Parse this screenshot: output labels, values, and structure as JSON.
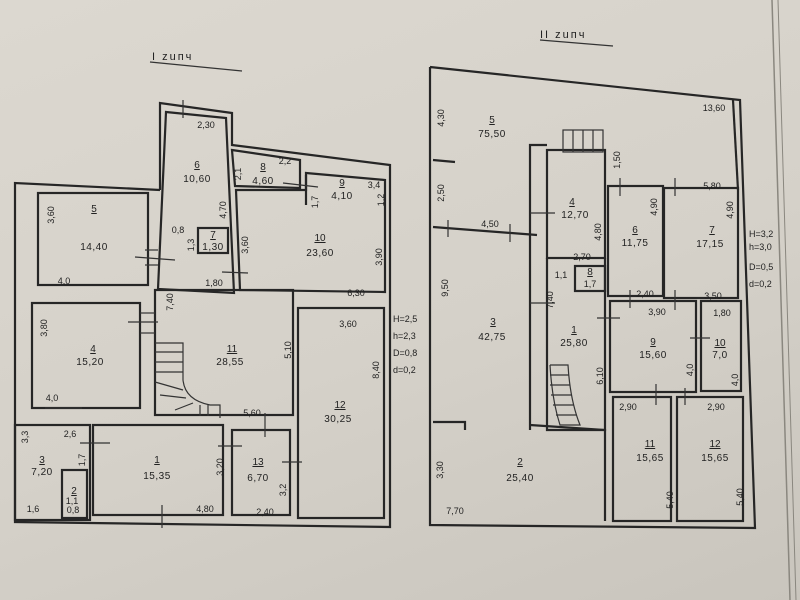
{
  "floor1": {
    "title": "I zuпч",
    "rooms": [
      {
        "no": "5",
        "area": "14,40",
        "dims": [
          "3,60",
          "4,0"
        ]
      },
      {
        "no": "6",
        "area": "10,60",
        "dims": [
          "2,30"
        ]
      },
      {
        "no": "7",
        "area": "1,30",
        "dims": [
          "0,8",
          "1,3"
        ]
      },
      {
        "no": "8",
        "area": "4,60",
        "dims": [
          "2,2",
          "2,1"
        ]
      },
      {
        "no": "9",
        "area": "4,10",
        "dims": [
          "3,4",
          "1,2",
          "1,7"
        ]
      },
      {
        "no": "10",
        "area": "23,60",
        "dims": [
          "3,60",
          "3,90",
          "6,30",
          "4,70",
          "1,80"
        ]
      },
      {
        "no": "4",
        "area": "15,20",
        "dims": [
          "3,80",
          "4,0"
        ]
      },
      {
        "no": "11",
        "area": "28,55",
        "dims": [
          "7,40",
          "5,10",
          "5,60"
        ]
      },
      {
        "no": "12",
        "area": "30,25",
        "dims": [
          "3,60",
          "8,40"
        ]
      },
      {
        "no": "3",
        "area": "7,20",
        "dims": [
          "3,3",
          "2,6",
          "1,7",
          "1,6"
        ]
      },
      {
        "no": "2",
        "area": "1,1",
        "dims": [
          "0,8"
        ]
      },
      {
        "no": "1",
        "area": "15,35",
        "dims": [
          "3,20",
          "4,80"
        ]
      },
      {
        "no": "13",
        "area": "6,70",
        "dims": [
          "3,2",
          "2,40"
        ]
      }
    ],
    "notes": [
      "H=2,5",
      "h=2,3",
      "D=0,8",
      "d=0,2"
    ]
  },
  "floor2": {
    "title": "II zuпч",
    "rooms": [
      {
        "no": "5",
        "area": "75,50",
        "dims": [
          "4,30",
          "13,60",
          "2,50",
          "4,50",
          "1,50"
        ]
      },
      {
        "no": "4",
        "area": "12,70",
        "dims": [
          "4,80"
        ]
      },
      {
        "no": "6",
        "area": "11,75",
        "dims": [
          "4,90"
        ]
      },
      {
        "no": "7",
        "area": "17,15",
        "dims": [
          "4,90",
          "5,80"
        ]
      },
      {
        "no": "3",
        "area": "42,75",
        "dims": [
          "9,50"
        ]
      },
      {
        "no": "8",
        "area": "1,7",
        "dims": [
          "2,70",
          "1,1",
          "7,40"
        ]
      },
      {
        "no": "1",
        "area": "25,80",
        "dims": [
          "6,10"
        ]
      },
      {
        "no": "9",
        "area": "15,60",
        "dims": [
          "3,90",
          "4,0",
          "2,40"
        ]
      },
      {
        "no": "10",
        "area": "7,0",
        "dims": [
          "1,80",
          "4,0",
          "3,50"
        ]
      },
      {
        "no": "11",
        "area": "15,65",
        "dims": [
          "2,90",
          "5,40"
        ]
      },
      {
        "no": "12",
        "area": "15,65",
        "dims": [
          "2,90",
          "5,40"
        ]
      },
      {
        "no": "2",
        "area": "25,40",
        "dims": [
          "3,30",
          "7,70"
        ]
      }
    ],
    "notes": [
      "H=3,2",
      "h=3,0",
      "D=0,5",
      "d=0,2"
    ]
  }
}
